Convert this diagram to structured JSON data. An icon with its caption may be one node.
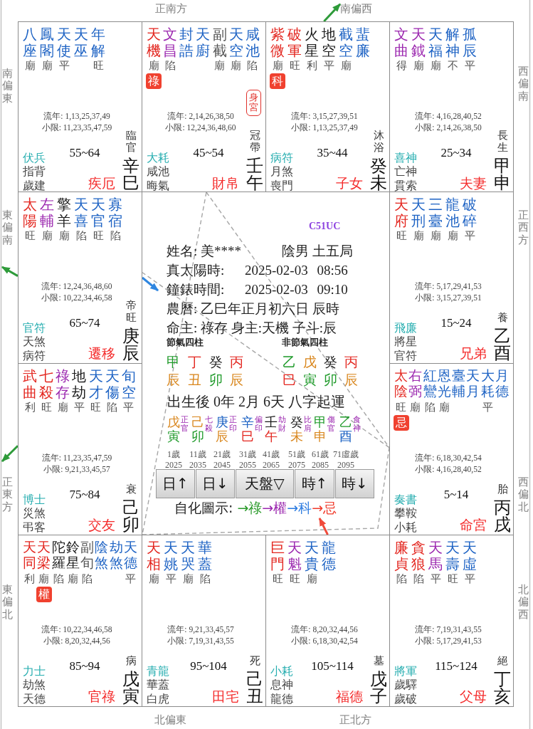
{
  "diagram": {
    "nodes": [
      {
        "text": [
          "八座",
          "鳳閣",
          "天使",
          "天巫",
          "年解",
          "廟",
          "廟",
          "平",
          "旺",
          "流年: 1,13,25,37,49",
          "小限: 11,23,35,47,59",
          "伏兵",
          "指背",
          "歲建",
          "55~64",
          "臨官",
          "疾厄",
          "辛巳"
        ]
      },
      {
        "text": [
          "天機",
          "文昌",
          "封誥",
          "天廚",
          "副截",
          "天空",
          "咸池",
          "廟",
          "陷",
          "廟",
          "廟",
          "陷",
          "流年: 2,14,26,38,50",
          "小限: 12,24,36,48,60",
          "大耗",
          "咸池",
          "晦氣",
          "45~54",
          "冠帶",
          "財帛",
          "壬午"
        ]
      },
      {
        "text": [
          "紫微",
          "破軍",
          "火星",
          "地空",
          "截空",
          "蜚廉",
          "廟",
          "旺",
          "利",
          "平",
          "廟",
          "流年: 3,15,27,39,51",
          "小限: 1,13,25,37,49",
          "病符",
          "月煞",
          "喪門",
          "35~44",
          "沐浴",
          "子女",
          "癸未"
        ]
      },
      {
        "text": [
          "文曲",
          "天鉞",
          "天福",
          "解神",
          "孤辰",
          "得",
          "廟",
          "廟",
          "不",
          "平",
          "流年: 4,16,28,40,52",
          "小限: 2,14,26,38,50",
          "喜神",
          "亡神",
          "貫索",
          "25~34",
          "長生",
          "夫妻",
          "甲申"
        ]
      },
      {
        "text": [
          "太陽",
          "左輔",
          "擎羊",
          "天喜",
          "天官",
          "寡宿",
          "旺",
          "廟",
          "廟",
          "陷",
          "旺",
          "陷",
          "流年: 12,24,36,48,60",
          "小限: 10,22,34,46,58",
          "官符",
          "天煞",
          "病符",
          "65~74",
          "帝旺",
          "遷移",
          "庚辰"
        ]
      },
      {
        "text": [
          "C51UC",
          "姓名: 美****",
          "陰男 土五局",
          "真太陽時:",
          "2025-02-03 08:56",
          "鐘錶時間:",
          "2025-02-03 09:10",
          "農曆: 乙巳年正月初六日 辰時",
          "命主: 祿存 身主:天機 子斗:辰",
          "節氣四柱",
          "非節氣四柱",
          "甲",
          "丁",
          "癸",
          "丙",
          "乙",
          "戊",
          "癸",
          "丙",
          "辰",
          "丑",
          "卯",
          "辰",
          "巳",
          "寅",
          "卯",
          "辰",
          "出生後 0年 2月 6天 八字起運",
          "戊",
          "寅",
          "正官",
          "己",
          "卯",
          "七殺",
          "庚",
          "辰",
          "正印",
          "辛",
          "巳",
          "偏印",
          "壬",
          "午",
          "劫財",
          "癸",
          "未",
          "比肩",
          "甲",
          "申",
          "傷官",
          "乙",
          "酉",
          "食神",
          "1歲",
          "11歲",
          "21歲",
          "31歲",
          "41歲",
          "51歲",
          "61歲",
          "71虛歲",
          "2025",
          "2035",
          "2045",
          "2055",
          "2065",
          "2075",
          "2085",
          "2095",
          "自化圖示:",
          "→祿",
          "→權",
          "→科",
          "→忌"
        ]
      },
      {
        "text": [
          "天府",
          "天刑",
          "三臺",
          "龍池",
          "破碎",
          "旺",
          "廟",
          "廟",
          "廟",
          "平",
          "流年: 5,17,29,41,53",
          "小限: 3,15,27,39,51",
          "飛廉",
          "將星",
          "官符",
          "15~24",
          "養",
          "兄弟",
          "乙酉"
        ]
      },
      {
        "text": [
          "武曲",
          "七殺",
          "祿存",
          "地劫",
          "天才",
          "天傷",
          "旬空",
          "利",
          "旺",
          "廟",
          "平",
          "旺",
          "陷",
          "平",
          "流年: 11,23,35,47,59",
          "小限: 9,21,33,45,57",
          "博士",
          "災煞",
          "弔客",
          "75~84",
          "衰",
          "交友",
          "己卯"
        ]
      },
      {
        "text": [
          "太陰",
          "右弼",
          "紅鸞",
          "恩光",
          "臺輔",
          "天月",
          "大耗",
          "月德",
          "旺",
          "廟",
          "陷",
          "廟",
          "平",
          "流年: 6,18,30,42,54",
          "小限: 4,16,28,40,52",
          "奏書",
          "攀鞍",
          "小耗",
          "5~14",
          "胎",
          "命宮",
          "丙戌"
        ]
      },
      {
        "text": [
          "天同",
          "天梁",
          "陀羅",
          "鈴星",
          "副旬",
          "陰煞",
          "劫煞",
          "天德",
          "利",
          "廟",
          "陷",
          "廟",
          "陷",
          "平",
          "流年: 10,22,34,46,58",
          "小限: 8,20,32,44,56",
          "力士",
          "劫煞",
          "天德",
          "85~94",
          "病",
          "官祿",
          "戊寅"
        ]
      },
      {
        "text": [
          "天相",
          "天姚",
          "天哭",
          "華蓋",
          "廟",
          "平",
          "廟",
          "陷",
          "流年: 9,21,33,45,57",
          "小限: 7,19,31,43,55",
          "青龍",
          "華蓋",
          "白虎",
          "95~104",
          "死",
          "田宅",
          "己丑"
        ]
      },
      {
        "text": [
          "巨門",
          "天魁",
          "天貴",
          "龍德",
          "旺",
          "旺",
          "廟",
          "流年: 8,20,32,44,56",
          "小限: 6,18,30,42,54",
          "小耗",
          "息神",
          "龍德",
          "105~114",
          "墓",
          "福德",
          "戊子"
        ]
      },
      {
        "text": [
          "廉貞",
          "貪狼",
          "天馬",
          "天壽",
          "天虛",
          "陷",
          "陷",
          "平",
          "旺",
          "平",
          "流年: 7,19,31,43,55",
          "小限: 5,17,29,41,53",
          "將軍",
          "歲驛",
          "歲破",
          "115~124",
          "絕",
          "父母",
          "丁亥"
        ]
      },
      {
        "text": [
          "祿"
        ],
        "in": 1
      },
      {
        "text": [
          "身宮"
        ],
        "in": 1
      },
      {
        "text": [
          "科"
        ],
        "in": 2
      },
      {
        "text": [
          "忌"
        ],
        "in": 8
      },
      {
        "text": [
          "權"
        ],
        "in": 9
      },
      {
        "text": [
          "日↑"
        ],
        "in": 5
      },
      {
        "text": [
          "日↓"
        ],
        "in": 5
      },
      {
        "text": [
          "天盤▽"
        ],
        "in": 5
      },
      {
        "text": [
          "時↑"
        ],
        "in": 5
      },
      {
        "text": [
          "時↓"
        ],
        "in": 5
      },
      {
        "text": [
          "南偏西"
        ]
      }
    ],
    "edges": [
      {
        "from": 1,
        "to": 9,
        "arrow": "none",
        "style": "dashed"
      },
      {
        "from": 1,
        "to": 8,
        "arrow": "none",
        "style": "dashed"
      },
      {
        "from": 9,
        "to": 8,
        "arrow": "none",
        "style": "dashed"
      },
      {
        "from": 8,
        "to": 4,
        "arrow": "none",
        "style": "dashed"
      },
      {
        "from": 2,
        "to": 23,
        "arrow": "to",
        "color": "#2e9b3a"
      },
      {
        "from": 4,
        "to": null,
        "arrow": "to",
        "color": "#2e9b3a"
      },
      {
        "from": 7,
        "to": null,
        "arrow": "to",
        "color": "#2e9b3a"
      },
      {
        "from": 4,
        "to": null,
        "arrow": "to",
        "color": "#2f86e0"
      },
      {
        "from": 11,
        "to": null,
        "arrow": "to",
        "color": "#f04a3a"
      }
    ],
    "labels": [
      "正南方",
      "南偏東",
      "西偏南",
      "東偏南",
      "正西方",
      "正東方",
      "西偏北",
      "東偏北",
      "北偏西",
      "北偏東",
      "正北方"
    ]
  }
}
